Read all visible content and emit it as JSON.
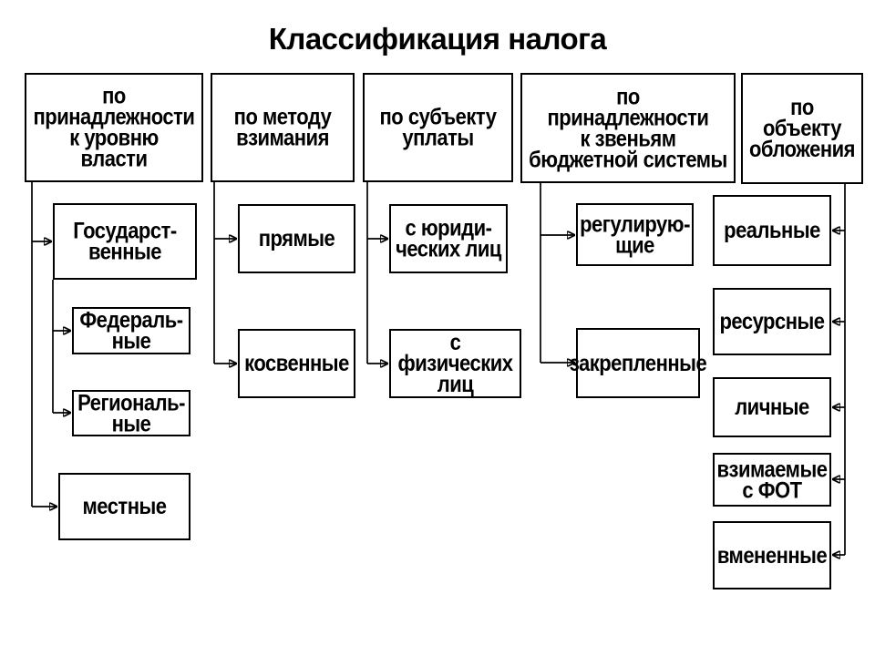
{
  "title": "Классификация налога",
  "columns": [
    {
      "header": "по\nпринадлежности\nк уровню\nвласти",
      "children": [
        "Государст-\nвенные",
        "Федераль-\nные",
        "Региональ-\nные",
        "местные"
      ]
    },
    {
      "header": "по методу\nвзимания",
      "children": [
        "прямые",
        "косвенные"
      ]
    },
    {
      "header": "по субъекту\nуплаты",
      "children": [
        "с юриди-\nческих лиц",
        "с физических\nлиц"
      ]
    },
    {
      "header": "по\nпринадлежности\nк звеньям\nбюджетной системы",
      "children": [
        "регулирую-\nщие",
        "закрепленные"
      ]
    },
    {
      "header": "по\nобъекту\nобложения",
      "children": [
        "реальные",
        "ресурсные",
        "личные",
        "взимаемые\nс ФОТ",
        "вмененные"
      ]
    }
  ]
}
